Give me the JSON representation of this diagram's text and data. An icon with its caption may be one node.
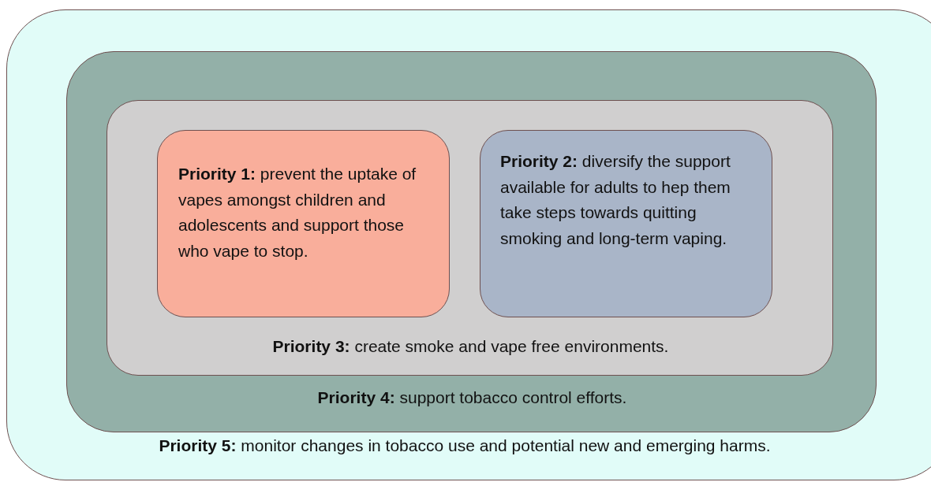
{
  "diagram": {
    "nodes": [
      {
        "text": [
          "**Priority 5:** monitor changes in tobacco use and potential new and emerging harms."
        ]
      },
      {
        "text": [
          "**Priority 4:** support tobacco control efforts."
        ],
        "in": 0
      },
      {
        "text": [
          "**Priority 3:** create smoke and vape free environments."
        ],
        "in": 1
      },
      {
        "text": [
          "**Priority 1:** prevent the uptake of vapes amongst children and adolescents and support those who vape to stop."
        ],
        "in": 2
      },
      {
        "text": [
          "**Priority 2:** diversify the support available for adults to hep them take steps towards quitting smoking and long-term vaping."
        ],
        "in": 2
      }
    ]
  }
}
